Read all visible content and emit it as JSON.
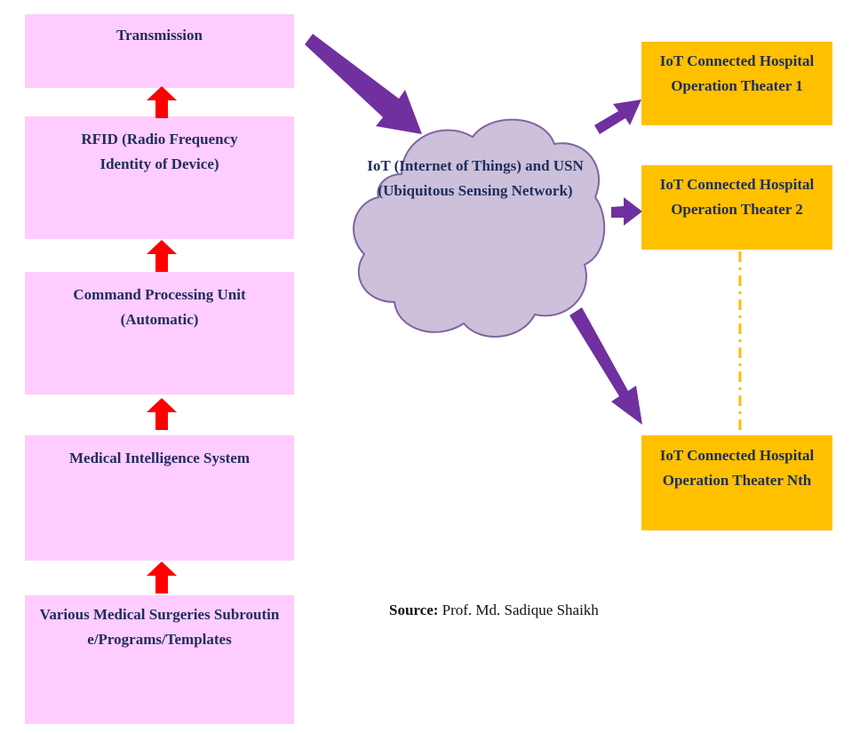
{
  "flow_boxes": [
    {
      "label": "Transmission"
    },
    {
      "label": "RFID (Radio Frequency Identity of Device)"
    },
    {
      "label": "Command Processing Unit (Automatic)"
    },
    {
      "label": "Medical Intelligence System"
    },
    {
      "label": "Various Medical Surgeries Subroutine/Programs/Templates"
    }
  ],
  "cloud": {
    "label": "IoT (Internet of Things) and USN (Ubiquitous Sensing Network)"
  },
  "theaters": [
    {
      "label": "IoT Connected Hospital Operation Theater 1"
    },
    {
      "label": "IoT Connected Hospital Operation Theater 2"
    },
    {
      "label": "IoT Connected Hospital Operation Theater Nth"
    }
  ],
  "source": {
    "prefix": "Source:",
    "author": "Prof. Md. Sadique Shaikh"
  },
  "colors": {
    "flow_box": "#ffccff",
    "theater_box": "#ffc000",
    "cloud_fill": "#ccc0da",
    "cloud_stroke": "#8064a2",
    "arrow_red": "#ff0000",
    "arrow_purple": "#7030a0",
    "connector_dots": "#ffc000",
    "text": "#1f2d5c"
  },
  "icons": {
    "up_arrow": "up-arrow-icon",
    "flow_arrow": "arrow-icon",
    "cloud": "cloud-shape"
  }
}
